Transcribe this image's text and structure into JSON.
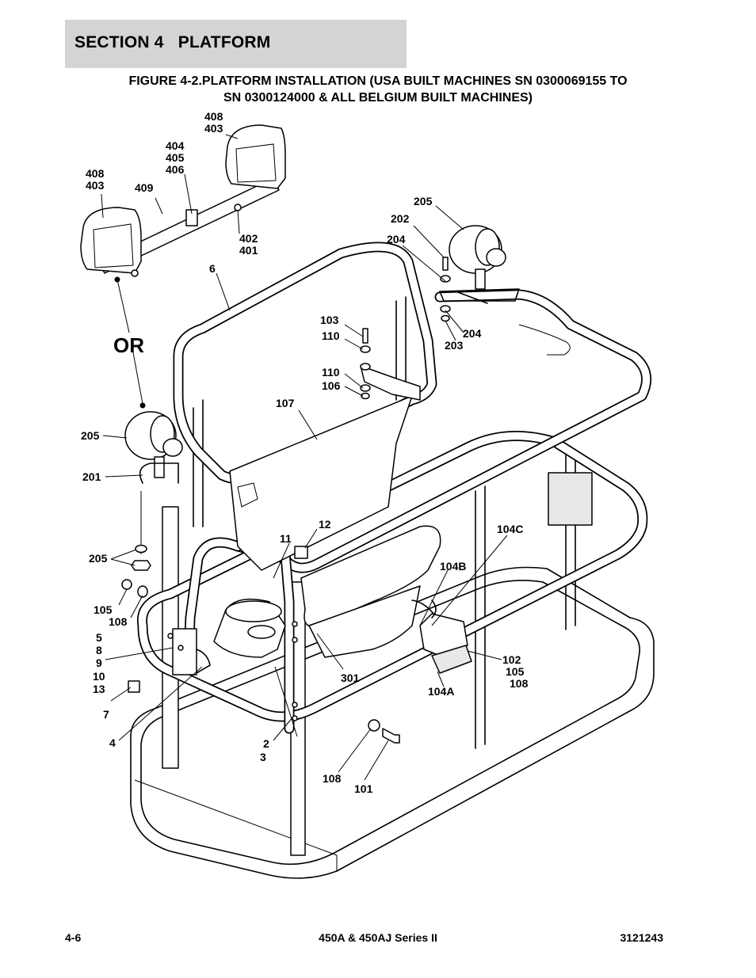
{
  "header": {
    "section_title": "SECTION 4   PLATFORM",
    "figure_title_line1": "FIGURE 4-2.PLATFORM INSTALLATION (USA BUILT MACHINES SN 0300069155 TO",
    "figure_title_line2": "SN 0300124000 & ALL BELGIUM BUILT MACHINES)"
  },
  "diagram": {
    "or_label": "OR",
    "callouts": [
      "408",
      "403",
      "404",
      "405",
      "406",
      "408",
      "403",
      "409",
      "402",
      "401",
      "6",
      "205",
      "202",
      "204",
      "103",
      "110",
      "204",
      "203",
      "110",
      "106",
      "107",
      "205",
      "201",
      "12",
      "11",
      "104C",
      "104B",
      "205",
      "105",
      "108",
      "5",
      "8",
      "9",
      "10",
      "13",
      "7",
      "4",
      "2",
      "3",
      "301",
      "102",
      "105",
      "108",
      "104A",
      "108",
      "101"
    ]
  },
  "footer": {
    "page_number": "4-6",
    "model": "450A & 450AJ Series II",
    "doc_number": "3121243"
  }
}
